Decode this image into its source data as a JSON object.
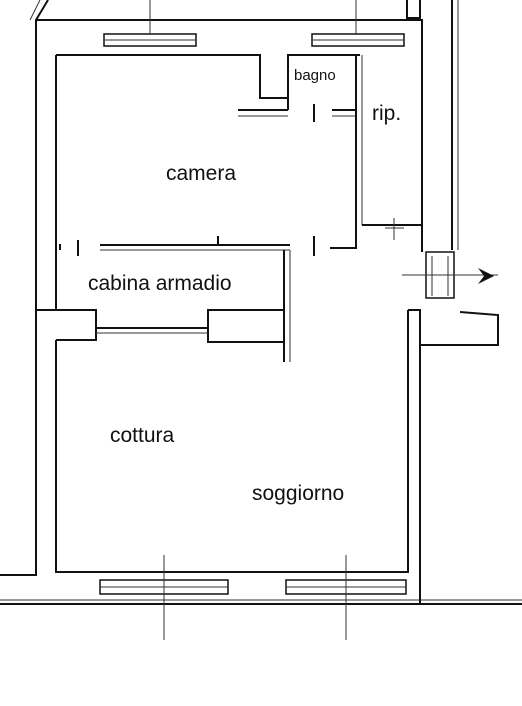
{
  "rooms": {
    "bagno": "bagno",
    "rip": "rip.",
    "camera": "camera",
    "cabina_armadio": "cabina armadio",
    "cottura": "cottura",
    "soggiorno": "soggiorno"
  }
}
